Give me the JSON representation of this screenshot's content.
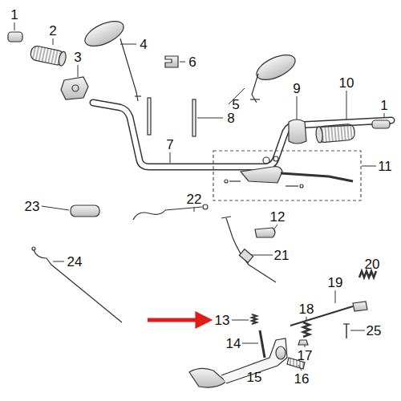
{
  "diagram": {
    "labels": [
      "1",
      "2",
      "4",
      "6",
      "3",
      "5",
      "9",
      "10",
      "1",
      "7",
      "8",
      "11",
      "23",
      "22",
      "12",
      "21",
      "24",
      "20",
      "19",
      "18",
      "13",
      "14",
      "25",
      "17",
      "15",
      "16"
    ]
  }
}
